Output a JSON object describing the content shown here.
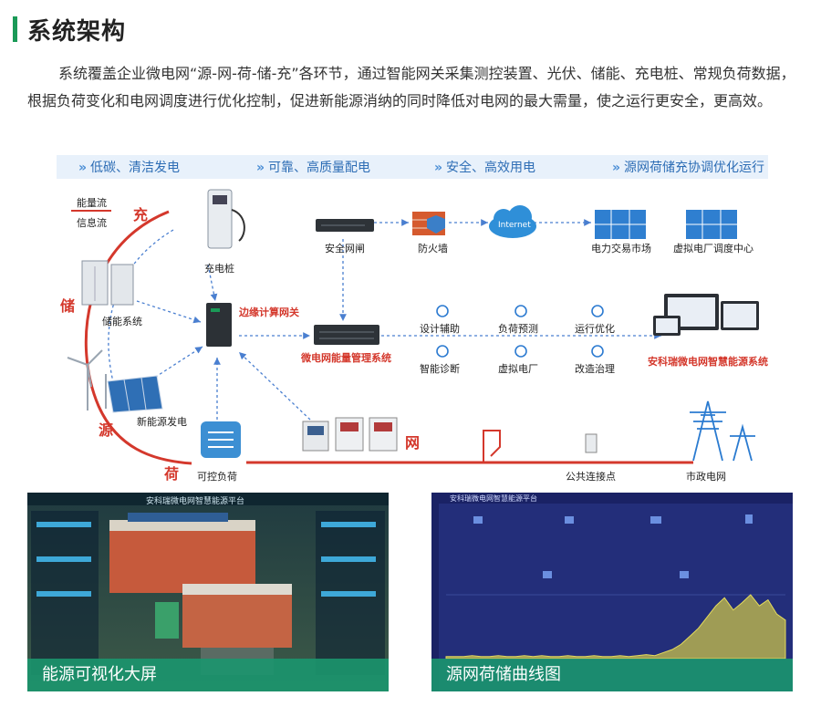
{
  "header": {
    "title": "系统架构",
    "intro": "系统覆盖企业微电网“源-网-荷-储-充”各环节，通过智能网关采集测控装置、光伏、储能、充电桩、常规负荷数据，根据负荷变化和电网调度进行优化控制，促进新能源消纳的同时降低对电网的最大需量，使之运行更安全，更高效。"
  },
  "banner": [
    "低碳、清洁发电",
    "可靠、高质量配电",
    "安全、高效用电",
    "源网荷储充协调优化运行"
  ],
  "legend": {
    "energy_flow": "能量流",
    "info_flow": "信息流"
  },
  "arc_labels": {
    "charge": "充",
    "store": "储",
    "source": "源",
    "load": "荷",
    "grid": "网"
  },
  "nodes": {
    "charger": "充电桩",
    "storage": "储能系统",
    "gateway": "边缘计算网关",
    "renewable": "新能源发电",
    "controllable_load": "可控负荷",
    "security_gateway": "安全网闸",
    "firewall": "防火墙",
    "internet": "Internet",
    "power_trading": "电力交易市场",
    "vpp_center": "虚拟电厂调度中心",
    "ems": "微电网能量管理系统",
    "platform": "安科瑞微电网智慧能源系统",
    "pcc": "公共连接点",
    "municipal_grid": "市政电网"
  },
  "functions": [
    "设计辅助",
    "负荷预测",
    "运行优化",
    "智能诊断",
    "虚拟电厂",
    "改造治理"
  ],
  "screens": [
    {
      "caption": "能源可视化大屏",
      "header": "安科瑞微电网智慧能源平台"
    },
    {
      "caption": "源网荷储曲线图",
      "header": "安科瑞微电网智慧能源平台"
    }
  ],
  "colors": {
    "accent_green": "#1a9a57",
    "energy_red": "#d4382c",
    "info_blue": "#4a7fd0",
    "caption_bg": "#1b966e",
    "banner_bg": "#e8f1fb"
  },
  "curve_series": [
    2,
    2,
    2,
    3,
    2,
    2,
    3,
    2,
    2,
    3,
    2,
    3,
    2,
    2,
    3,
    2,
    2,
    3,
    2,
    2,
    3,
    2,
    3,
    4,
    3,
    6,
    9,
    14,
    22,
    30,
    41,
    52,
    60,
    48,
    55,
    63,
    52,
    58,
    44,
    38
  ]
}
